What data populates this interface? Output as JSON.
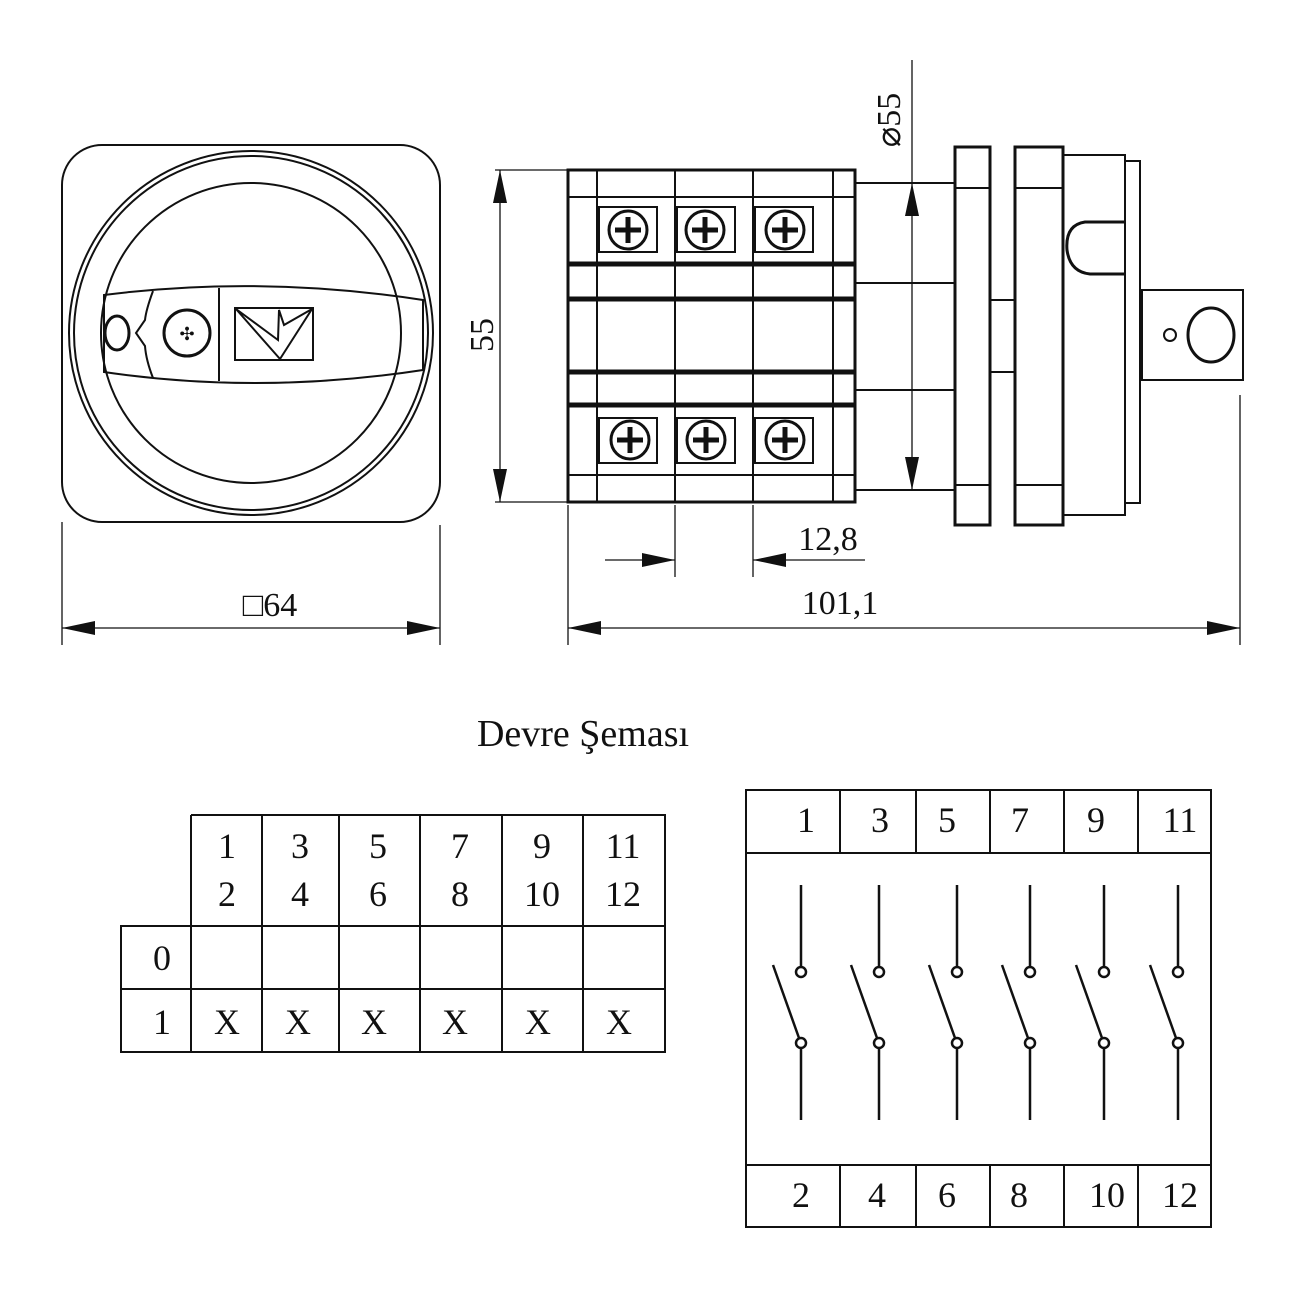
{
  "title": "Devre Şeması",
  "dimensions": {
    "front_square": "□64",
    "total_length": "101,1",
    "pitch": "12,8",
    "height": "55",
    "diameter": "⌀55"
  },
  "switching_table": {
    "column_headers": [
      [
        "1",
        "2"
      ],
      [
        "3",
        "4"
      ],
      [
        "5",
        "6"
      ],
      [
        "7",
        "8"
      ],
      [
        "9",
        "10"
      ],
      [
        "11",
        "12"
      ]
    ],
    "rows": [
      {
        "position": "0",
        "cells": [
          "",
          "",
          "",
          "",
          "",
          ""
        ]
      },
      {
        "position": "1",
        "cells": [
          "X",
          "X",
          "X",
          "X",
          "X",
          "X"
        ]
      }
    ]
  },
  "circuit_diagram": {
    "top_terminals": [
      "1",
      "3",
      "5",
      "7",
      "9",
      "11"
    ],
    "bottom_terminals": [
      "2",
      "4",
      "6",
      "8",
      "10",
      "12"
    ]
  }
}
